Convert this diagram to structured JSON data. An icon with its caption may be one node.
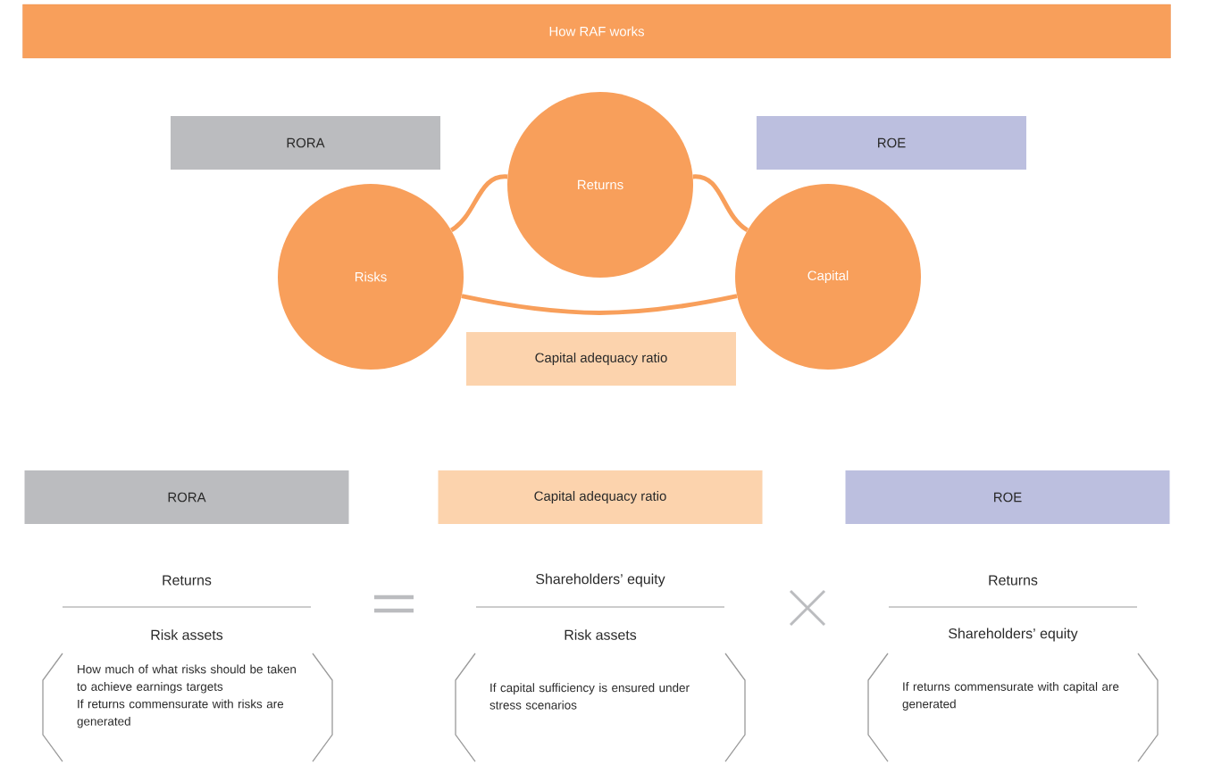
{
  "diagram": {
    "title": "How RAF works",
    "nodes": [
      {
        "text": [
          "RORA"
        ]
      },
      {
        "text": [
          "ROE"
        ]
      },
      {
        "text": [
          "Returns"
        ]
      },
      {
        "text": [
          "Risks"
        ]
      },
      {
        "text": [
          "Capital"
        ]
      },
      {
        "text": [
          "Capital adequacy ratio"
        ]
      },
      {
        "text": [
          "RORA"
        ]
      },
      {
        "text": [
          "Capital adequacy ratio"
        ]
      },
      {
        "text": [
          "ROE"
        ]
      },
      {
        "text": [
          "How much of what risks should be taken to achieve earnings targets",
          "If returns commensurate with risks are generated"
        ]
      },
      {
        "text": [
          "If capital sufficiency is ensured under stress scenarios"
        ]
      },
      {
        "text": [
          "If returns commensurate with capital are generated"
        ]
      }
    ],
    "edges": [
      {
        "from": 3,
        "to": 2,
        "arrow": "none"
      },
      {
        "from": 2,
        "to": 4,
        "arrow": "none"
      },
      {
        "from": 3,
        "to": 4,
        "arrow": "none"
      }
    ],
    "labels": [
      "Returns",
      "Risk assets",
      "Shareholders’ equity",
      "Risk assets",
      "Returns",
      "Shareholders’ equity"
    ]
  }
}
